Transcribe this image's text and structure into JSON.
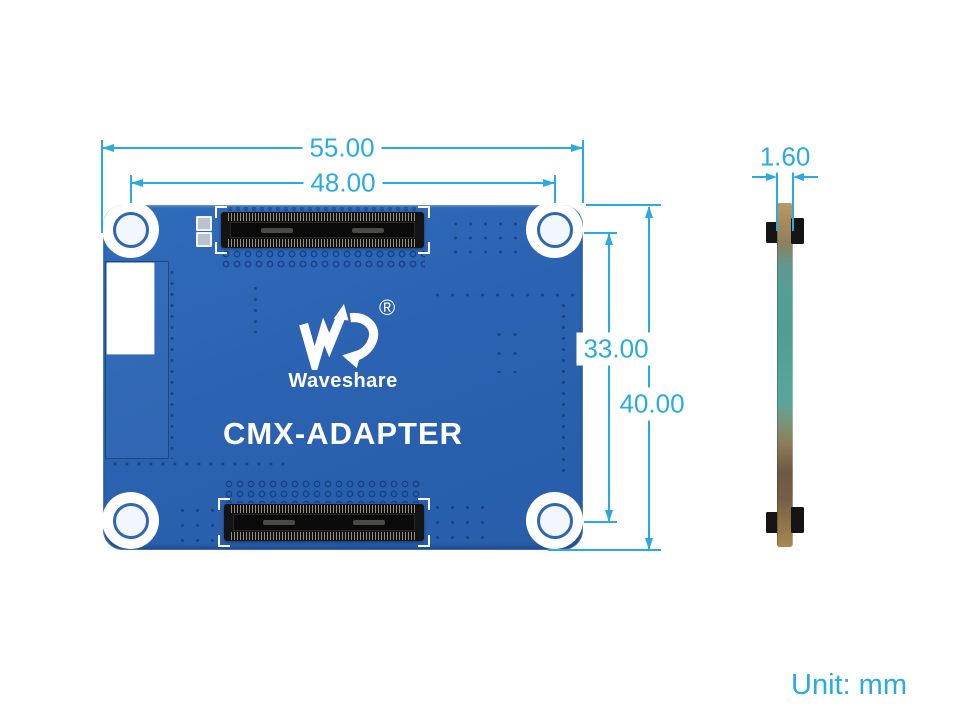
{
  "diagram": {
    "unit_note": "Unit: mm",
    "accent_color": "#29ABE2"
  },
  "board": {
    "front": {
      "brand": "Waveshare",
      "registered_mark": "®",
      "product_name": "CMX-ADAPTER",
      "solder_mask_color": "#2B63B2"
    },
    "side": {
      "substrate_colors": [
        "#A0845A",
        "#4F9D94",
        "#7D6347"
      ],
      "connector_color": "#141414"
    }
  },
  "dimensions": {
    "board_width_mm": "55.00",
    "mount_hole_pitch_x_mm": "48.00",
    "mount_hole_pitch_y_mm": "33.00",
    "board_height_mm": "40.00",
    "board_thickness_mm": "1.60"
  }
}
